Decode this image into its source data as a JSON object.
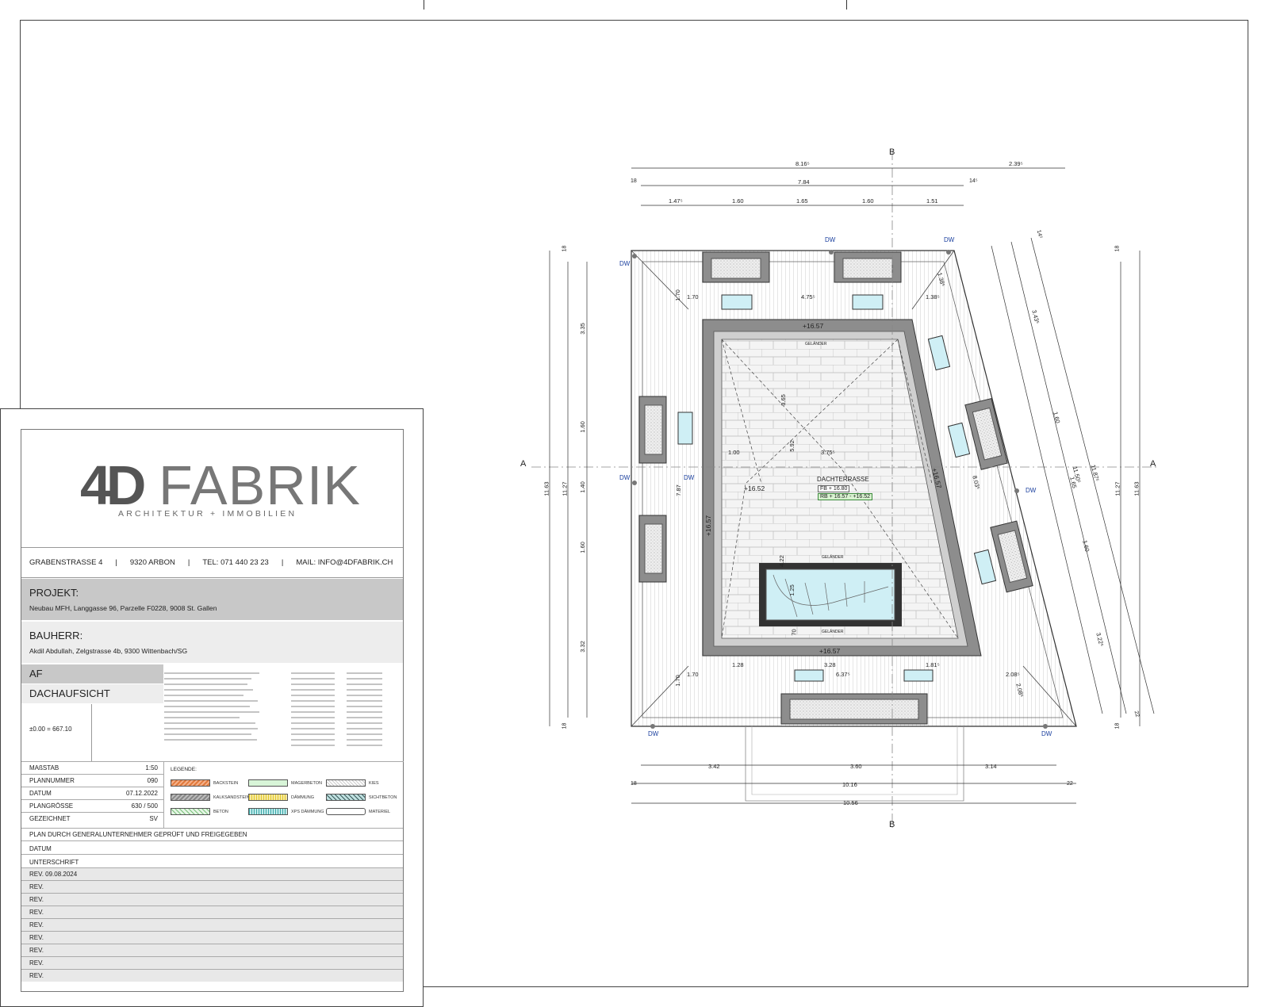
{
  "plan": {
    "section_a": "A",
    "section_b": "B",
    "downspout": "DW",
    "title": "DACHTERRASSE",
    "fb": "FB + 16.80",
    "rb": "RB + 16.57 - +16.52",
    "level_top": "+16.57",
    "level_bottom": "+16.57",
    "level_left": "+16.57",
    "level_right": "+16.57",
    "level_center": "+16.52",
    "gelaender": "GELÄNDER",
    "dims_top": [
      "8.16⁵",
      "2.39⁵",
      "7.84",
      "18",
      "14⁵",
      "1.47⁵",
      "1.60",
      "1.65",
      "1.60",
      "1.51"
    ],
    "dims_bottom": [
      "3.42",
      "3.60",
      "3.14",
      "10.16",
      "18",
      "22",
      "10.56"
    ],
    "dims_left": [
      "11.63",
      "11.27",
      "3.35",
      "1.60",
      "1.40",
      "1.60",
      "3.32",
      "18",
      "18",
      "7.87"
    ],
    "dims_right": [
      "11.63",
      "11.27",
      "11.87⁵",
      "11.50⁵",
      "3.43⁵",
      "1.60",
      "1.65",
      "1.60",
      "3.22⁵",
      "8.03⁵",
      "18",
      "18",
      "14⁵",
      "22"
    ],
    "dims_inner": [
      "1.70",
      "4.75⁵",
      "1.38⁵",
      "1.38⁵",
      "3.65",
      "5.92",
      "1.00",
      "3.75⁵",
      "4.22",
      "1.25",
      "70",
      "1.28",
      "3.28",
      "1.81⁵",
      "6.37⁵",
      "1.70",
      "2.08⁵",
      "2.08⁵",
      "1.70",
      "1.70"
    ]
  },
  "titleblock": {
    "logo_main": "4D",
    "logo_rest": "FABRIK",
    "logo_sub": "ARCHITEKTUR + IMMOBILIEN",
    "address": [
      "GRABENSTRASSE 4",
      "9320 ARBON",
      "TEL: 071 440 23 23",
      "MAIL: INFO@4DFABRIK.CH"
    ],
    "project_label": "PROJEKT:",
    "project_value": "Neubau MFH, Langgasse 96, Parzelle F0228, 9008 St. Gallen",
    "client_label": "BAUHERR:",
    "client_value": "Akdil Abdullah, Zelgstrasse 4b, 9300 Wittenbach/SG",
    "code": "AF",
    "view": "DACHAUFSICHT",
    "elevation": "±0.00  = 667.10",
    "fields": [
      {
        "label": "MAßSTAB",
        "value": "1:50"
      },
      {
        "label": "PLANNUMMER",
        "value": "090"
      },
      {
        "label": "DATUM",
        "value": "07.12.2022"
      },
      {
        "label": "PLANGRÖSSE",
        "value": "630 / 500"
      },
      {
        "label": "GEZEICHNET",
        "value": "SV"
      }
    ],
    "legend_title": "LEGENDE:",
    "legend": [
      "BACKSTEIN",
      "MAGERBETON",
      "KIES",
      "KALKSANDSTEIN",
      "DÄMMUNG",
      "SICHTBETON",
      "BETON",
      "XPS DÄMMUNG",
      "MATERIEL"
    ],
    "approval": "PLAN DURCH GENERALUNTERNEHMER GEPRÜFT UND FREIGEGEBEN",
    "date_label": "DATUM",
    "signature_label": "UNTERSCHRIFT",
    "revisions": [
      "REV.  09.08.2024",
      "REV.",
      "REV.",
      "REV.",
      "REV.",
      "REV.",
      "REV.",
      "REV.",
      "REV."
    ]
  }
}
